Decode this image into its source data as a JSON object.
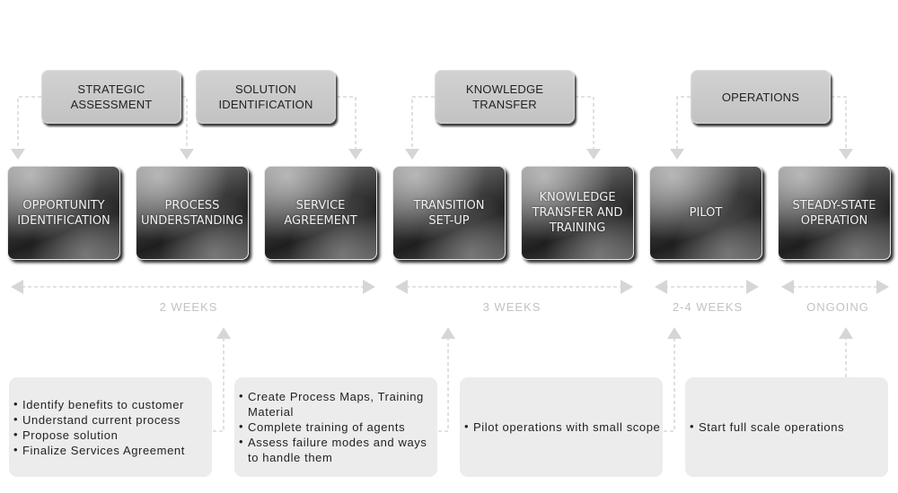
{
  "categories": [
    {
      "label": "STRATEGIC\nASSESSMENT"
    },
    {
      "label": "SOLUTION\nIDENTIFICATION"
    },
    {
      "label": "KNOWLEDGE\nTRANSFER"
    },
    {
      "label": "OPERATIONS"
    }
  ],
  "phases": [
    {
      "label": "OPPORTUNITY\nIDENTIFICATION"
    },
    {
      "label": "PROCESS\nUNDERSTANDING"
    },
    {
      "label": "SERVICE\nAGREEMENT"
    },
    {
      "label": "TRANSITION\nSET-UP"
    },
    {
      "label": "KNOWLEDGE\nTRANSFER AND\nTRAINING"
    },
    {
      "label": "PILOT"
    },
    {
      "label": "STEADY-STATE\nOPERATION"
    }
  ],
  "durations": [
    {
      "label": "2 WEEKS"
    },
    {
      "label": "3 WEEKS"
    },
    {
      "label": "2-4 WEEKS"
    },
    {
      "label": "ONGOING"
    }
  ],
  "notes": [
    {
      "items": [
        "Identify benefits to customer",
        "Understand current process",
        "Propose solution",
        "Finalize Services Agreement"
      ]
    },
    {
      "items": [
        "Create Process Maps, Training Material",
        "Complete training of agents",
        "Assess failure modes and ways to handle them"
      ]
    },
    {
      "items": [
        "Pilot operations with small scope"
      ]
    },
    {
      "items": [
        "Start full scale operations"
      ]
    }
  ],
  "colors": {
    "connector": "#d0d0d0",
    "note_bg": "#ececec",
    "category_bg": "#c8c8c8",
    "duration_text": "#c2c2c2"
  }
}
